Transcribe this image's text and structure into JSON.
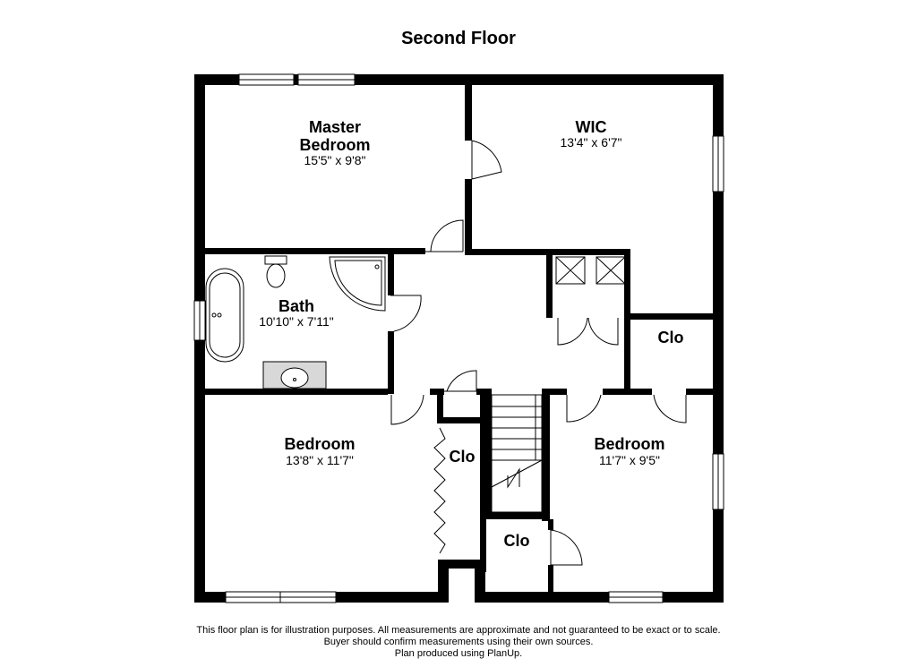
{
  "title": "Second Floor",
  "colors": {
    "wall": "#000000",
    "background": "#ffffff",
    "fixture": "#bbbbbb"
  },
  "rooms": {
    "master": {
      "name_1": "Master",
      "name_2": "Bedroom",
      "dims": "15'5\" x 9'8\""
    },
    "wic": {
      "name": "WIC",
      "dims": "13'4\" x 6'7\""
    },
    "bath": {
      "name": "Bath",
      "dims": "10'10\" x 7'11\""
    },
    "clo_right": {
      "name": "Clo"
    },
    "bedroom_left": {
      "name": "Bedroom",
      "dims": "13'8\" x 11'7\""
    },
    "clo_middle": {
      "name": "Clo"
    },
    "bedroom_right": {
      "name": "Bedroom",
      "dims": "11'7\" x 9'5\""
    },
    "clo_bottom": {
      "name": "Clo"
    }
  },
  "footer": {
    "line1": "This floor plan is for illustration purposes. All measurements are approximate and not guaranteed to be exact or to scale.",
    "line2": "Buyer should confirm measurements using their own sources.",
    "line3": "Plan produced using PlanUp."
  }
}
